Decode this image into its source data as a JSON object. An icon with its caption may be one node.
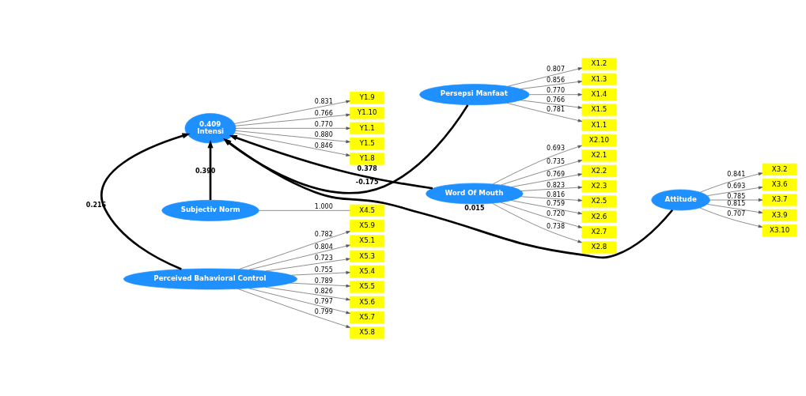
{
  "diagram": {
    "nodes": [
      {
        "text": [
          "0.409",
          "Intensi"
        ]
      },
      {
        "text": [
          "Subjectiv Norm"
        ]
      },
      {
        "text": [
          "Perceived Bahavioral Control"
        ]
      },
      {
        "text": [
          "Word Of Mouth"
        ]
      },
      {
        "text": [
          "Persepsi Manfaat"
        ]
      },
      {
        "text": [
          "Attitude"
        ]
      },
      {
        "text": [
          "Y1.1"
        ]
      },
      {
        "text": [
          "Y1.5"
        ]
      },
      {
        "text": [
          "Y1.8"
        ]
      },
      {
        "text": [
          "Y1.9"
        ]
      },
      {
        "text": [
          "Y1.10"
        ]
      },
      {
        "text": [
          "X4.5"
        ]
      },
      {
        "text": [
          "X5.1"
        ]
      },
      {
        "text": [
          "X5.3"
        ]
      },
      {
        "text": [
          "X5.4"
        ]
      },
      {
        "text": [
          "X5.5"
        ]
      },
      {
        "text": [
          "X5.6"
        ]
      },
      {
        "text": [
          "X5.7"
        ]
      },
      {
        "text": [
          "X5.8"
        ]
      },
      {
        "text": [
          "X5.9"
        ]
      },
      {
        "text": [
          "X2.1"
        ]
      },
      {
        "text": [
          "X2.2"
        ]
      },
      {
        "text": [
          "X2.3"
        ]
      },
      {
        "text": [
          "X2.5"
        ]
      },
      {
        "text": [
          "X2.6"
        ]
      },
      {
        "text": [
          "X2.7"
        ]
      },
      {
        "text": [
          "X2.8"
        ]
      },
      {
        "text": [
          "X2.10"
        ]
      },
      {
        "text": [
          "X1.1"
        ]
      },
      {
        "text": [
          "X1.2"
        ]
      },
      {
        "text": [
          "X1.3"
        ]
      },
      {
        "text": [
          "X1.4"
        ]
      },
      {
        "text": [
          "X1.5"
        ]
      },
      {
        "text": [
          "X3.2"
        ]
      },
      {
        "text": [
          "X3.6"
        ]
      },
      {
        "text": [
          "X3.7"
        ]
      },
      {
        "text": [
          "X3.9"
        ]
      },
      {
        "text": [
          "X3.10"
        ]
      }
    ],
    "edges": [
      {
        "from": 1,
        "to": 0,
        "arrow": "to",
        "label": "0.390",
        "style": "thick"
      },
      {
        "from": 2,
        "to": 0,
        "arrow": "to",
        "label": "0.216",
        "style": "thick"
      },
      {
        "from": 5,
        "to": 0,
        "arrow": "to",
        "label": "0.015",
        "style": "thick"
      },
      {
        "from": 3,
        "to": 0,
        "arrow": "to",
        "label": "0.378",
        "style": "thick"
      },
      {
        "from": 4,
        "to": 0,
        "arrow": "to",
        "label": "-0.175",
        "style": "thick"
      },
      {
        "from": 0,
        "to": 6,
        "arrow": "to",
        "label": "0.770"
      },
      {
        "from": 0,
        "to": 7,
        "arrow": "to",
        "label": "0.880"
      },
      {
        "from": 0,
        "to": 8,
        "arrow": "to",
        "label": "0.846"
      },
      {
        "from": 0,
        "to": 9,
        "arrow": "to",
        "label": "0.831"
      },
      {
        "from": 0,
        "to": 10,
        "arrow": "to",
        "label": "0.766"
      },
      {
        "from": 1,
        "to": 11,
        "arrow": "none",
        "label": "1.000"
      },
      {
        "from": 2,
        "to": 12,
        "arrow": "to",
        "label": "0.804"
      },
      {
        "from": 2,
        "to": 13,
        "arrow": "to",
        "label": "0.723"
      },
      {
        "from": 2,
        "to": 14,
        "arrow": "to",
        "label": "0.755"
      },
      {
        "from": 2,
        "to": 15,
        "arrow": "to",
        "label": "0.789"
      },
      {
        "from": 2,
        "to": 16,
        "arrow": "to",
        "label": "0.826"
      },
      {
        "from": 2,
        "to": 17,
        "arrow": "to",
        "label": "0.797"
      },
      {
        "from": 2,
        "to": 18,
        "arrow": "to",
        "label": "0.799"
      },
      {
        "from": 2,
        "to": 19,
        "arrow": "to",
        "label": "0.782"
      },
      {
        "from": 3,
        "to": 20,
        "arrow": "to",
        "label": "0.735"
      },
      {
        "from": 3,
        "to": 21,
        "arrow": "to",
        "label": "0.769"
      },
      {
        "from": 3,
        "to": 22,
        "arrow": "to",
        "label": "0.823"
      },
      {
        "from": 3,
        "to": 23,
        "arrow": "to",
        "label": "0.816"
      },
      {
        "from": 3,
        "to": 24,
        "arrow": "to",
        "label": "0.759"
      },
      {
        "from": 3,
        "to": 25,
        "arrow": "to",
        "label": "0.720"
      },
      {
        "from": 3,
        "to": 26,
        "arrow": "to",
        "label": "0.738"
      },
      {
        "from": 3,
        "to": 27,
        "arrow": "to",
        "label": "0.693"
      },
      {
        "from": 4,
        "to": 28,
        "arrow": "to",
        "label": "0.781"
      },
      {
        "from": 4,
        "to": 29,
        "arrow": "to",
        "label": "0.807"
      },
      {
        "from": 4,
        "to": 30,
        "arrow": "to",
        "label": "0.856"
      },
      {
        "from": 4,
        "to": 31,
        "arrow": "to",
        "label": "0.770"
      },
      {
        "from": 4,
        "to": 32,
        "arrow": "to",
        "label": "0.766"
      },
      {
        "from": 5,
        "to": 33,
        "arrow": "to",
        "label": "0.841"
      },
      {
        "from": 5,
        "to": 34,
        "arrow": "to",
        "label": "0.693"
      },
      {
        "from": 5,
        "to": 35,
        "arrow": "to",
        "label": "0.785"
      },
      {
        "from": 5,
        "to": 36,
        "arrow": "to",
        "label": "0.815"
      },
      {
        "from": 5,
        "to": 37,
        "arrow": "to",
        "label": "0.707"
      }
    ]
  }
}
